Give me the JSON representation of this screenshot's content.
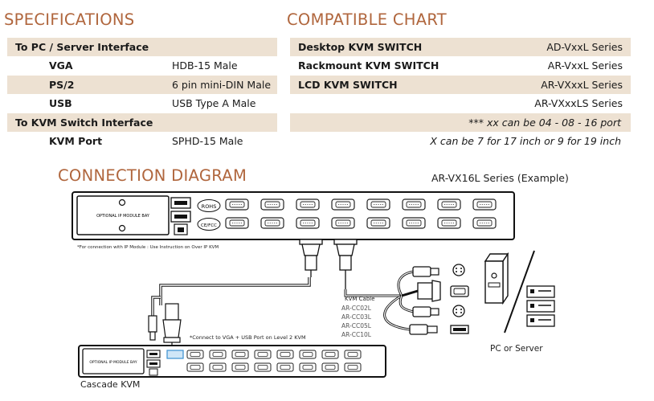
{
  "specifications": {
    "title": "SPECIFICATIONS",
    "rows": [
      {
        "label": "To PC / Server Interface",
        "value": "",
        "indent": false
      },
      {
        "label": "VGA",
        "value": "HDB-15 Male",
        "indent": true
      },
      {
        "label": "PS/2",
        "value": "6 pin mini-DIN Male",
        "indent": true
      },
      {
        "label": "USB",
        "value": "USB Type A Male",
        "indent": true
      },
      {
        "label": "To KVM Switch Interface",
        "value": "",
        "indent": false
      },
      {
        "label": "KVM Port",
        "value": "SPHD-15 Male",
        "indent": true
      }
    ]
  },
  "compatible": {
    "title": "COMPATIBLE CHART",
    "rows": [
      {
        "label": "Desktop KVM SWITCH",
        "value": "AD-VxxL Series"
      },
      {
        "label": "Rackmount KVM SWITCH",
        "value": "AR-VxxL Series"
      },
      {
        "label": "LCD KVM SWITCH",
        "value": "AR-VXxxL Series"
      },
      {
        "label": "",
        "value": "AR-VXxxLS Series"
      }
    ],
    "note1": "*** xx can be 04 - 08 - 16 port",
    "note2": "X can be 7 for 17 inch or 9 for 19 inch"
  },
  "diagram": {
    "title": "CONNECTION DIAGRAM",
    "example": "AR-VX16L Series (Example)",
    "ip_module": "OPTIONAL IP MODULE BAY",
    "rohs": "ROHS",
    "cefcc": "CE/FCC",
    "ip_note": "*For connection with IP Module : Use Instruction on Over IP KVM",
    "kvm_cable": "KVM Cable",
    "cable_models": [
      "AR-CC02L",
      "AR-CC03L",
      "AR-CC05L",
      "AR-CC10L"
    ],
    "level_note": "*Connect to VGA + USB Port on Level 2 KVM",
    "pc_server": "PC or Server",
    "cascade": "Cascade KVM",
    "cascade_ip_module": "OPTIONAL IP MODULE BAY"
  }
}
